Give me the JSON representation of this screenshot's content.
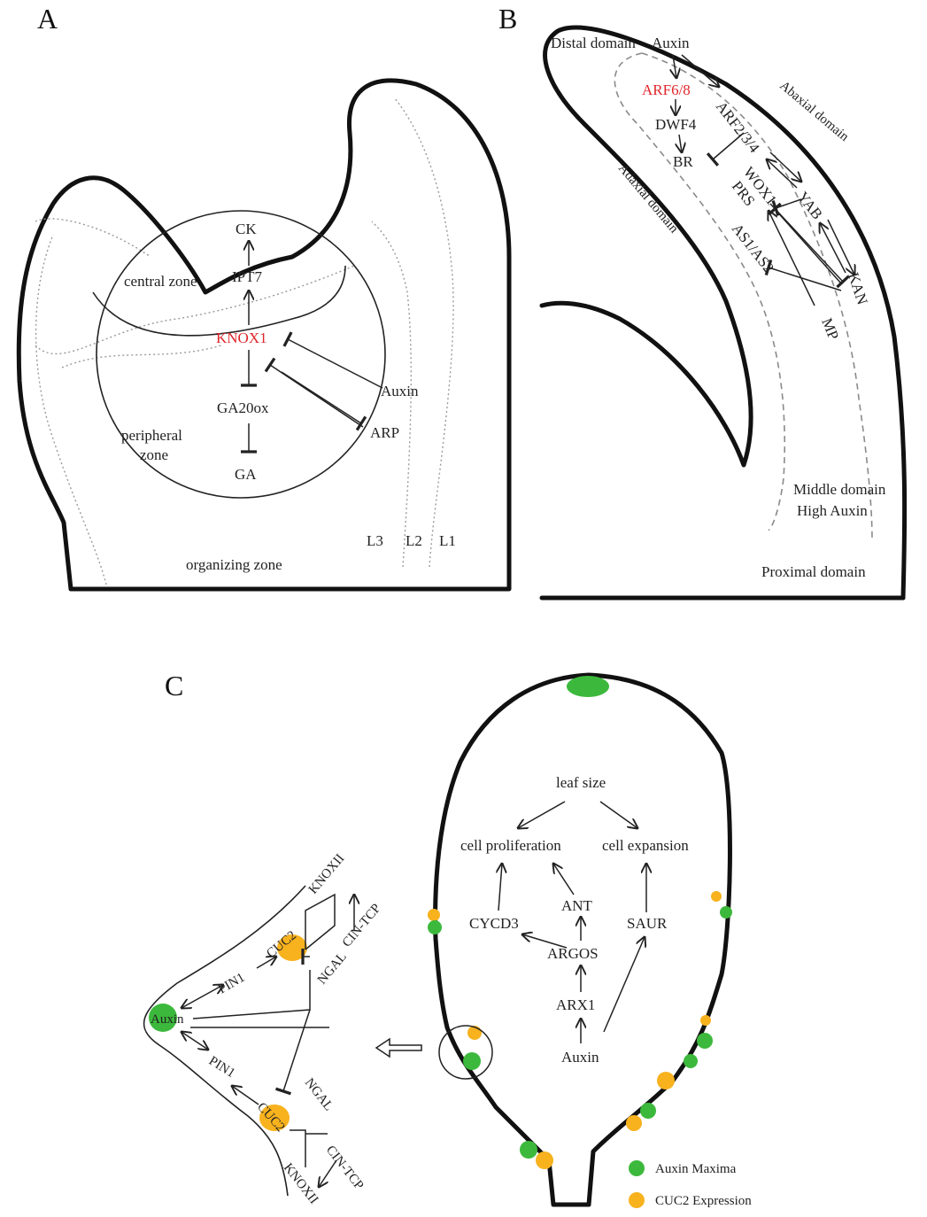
{
  "panel_labels": {
    "a": "A",
    "b": "B",
    "c": "C"
  },
  "panel_a": {
    "genes": {
      "ck": "CK",
      "ipt7": "IPT7",
      "knox1": "KNOX1",
      "ga20ox": "GA20ox",
      "ga": "GA",
      "auxin": "Auxin",
      "arp": "ARP"
    },
    "zones": {
      "central": "central zone",
      "peripheral_1": "peripheral",
      "peripheral_2": "zone",
      "organizing": "organizing zone"
    },
    "layers": {
      "l1": "L1",
      "l2": "L2",
      "l3": "L3"
    }
  },
  "panel_b": {
    "distal": "Distal domain",
    "auxin": "Auxin",
    "arf68": "ARF6/8",
    "arf234": "ARF2/3/4",
    "dwf4": "DWF4",
    "br": "BR",
    "wox1": "WOX1",
    "prs": "PRS",
    "yab": "YAB",
    "as1as2": "AS1/AS2",
    "kan": "KAN",
    "mp": "MP",
    "abaxial": "Abaxial domain",
    "adaxial": "Adaxial domain",
    "middle_1": "Middle domain",
    "middle_2": "High Auxin",
    "proximal": "Proximal domain"
  },
  "panel_c_leaf": {
    "leaf_size": "leaf size",
    "cell_proliferation": "cell proliferation",
    "cell_expansion": "cell expansion",
    "cycd3": "CYCD3",
    "ant": "ANT",
    "saur": "SAUR",
    "argos": "ARGOS",
    "arx1": "ARX1",
    "auxin": "Auxin"
  },
  "panel_c_inset": {
    "auxin": "Auxin",
    "pin1_top": "PIN1",
    "pin1_bottom": "PIN1",
    "cuc2_top": "CUC2",
    "cuc2_bottom": "CUC2",
    "knoxii_top": "KNOXII",
    "knoxii_bottom": "KNOXII",
    "cintcp_top": "CIN-TCP",
    "cintcp_bottom": "CIN-TCP",
    "ngal_top": "NGAL",
    "ngal_bottom": "NGAL"
  },
  "legend": {
    "auxin_maxima": "Auxin Maxima",
    "cuc2_expression": "CUC2 Expression"
  },
  "colors": {
    "auxin_green": "#3cb93c",
    "cuc2_orange": "#f7b21e",
    "highlight_red": "#e0262b"
  }
}
